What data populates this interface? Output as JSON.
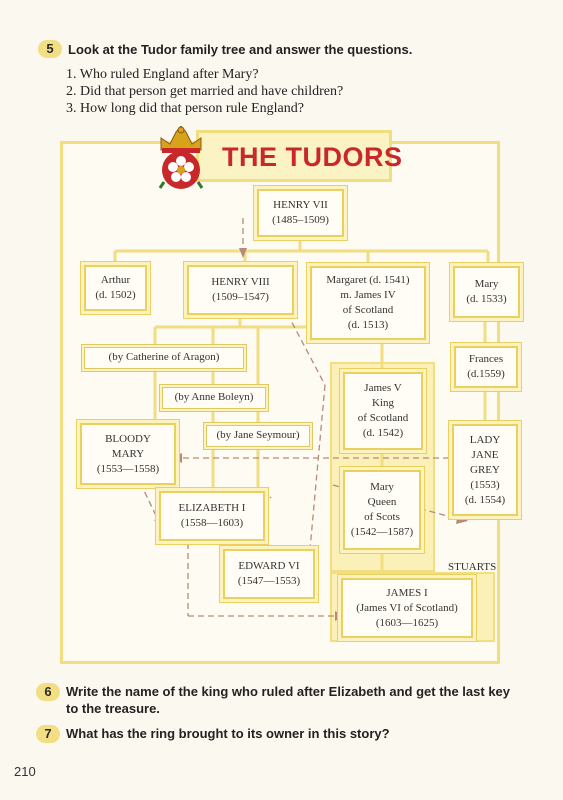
{
  "exercise5": {
    "number": "5",
    "instruction": "Look at the Tudor family tree and answer the questions.",
    "questions": [
      "1. Who ruled England after Mary?",
      "2. Did that person get married and have children?",
      "3. How long did that person rule England?"
    ]
  },
  "tree": {
    "title": "THE TUDORS",
    "stuarts_label": "STUARTS",
    "spouses": {
      "aragon": "(by Catherine of Aragon)",
      "boleyn": "(by Anne Boleyn)",
      "seymour": "(by Jane Seymour)"
    },
    "people": {
      "henry7": {
        "name": "HENRY VII",
        "dates": "(1485–1509)"
      },
      "arthur": {
        "name": "Arthur",
        "dates": "(d. 1502)"
      },
      "henry8": {
        "name": "HENRY VIII",
        "dates": "(1509–1547)"
      },
      "margaret": {
        "l1": "Margaret (d. 1541)",
        "l2": "m. James IV",
        "l3": "of Scotland",
        "l4": "(d. 1513)"
      },
      "mary_sister": {
        "name": "Mary",
        "dates": "(d. 1533)"
      },
      "frances": {
        "name": "Frances",
        "dates": "(d.1559)"
      },
      "james5": {
        "l1": "James V",
        "l2": "King",
        "l3": "of Scotland",
        "l4": "(d. 1542)"
      },
      "bloody_mary": {
        "l1": "BLOODY",
        "l2": "MARY",
        "l3": "(1553—1558)"
      },
      "lady_jane": {
        "l1": "LADY",
        "l2": "JANE",
        "l3": "GREY",
        "l4": "(1553)",
        "l5": "(d. 1554)"
      },
      "elizabeth": {
        "name": "ELIZABETH I",
        "dates": "(1558—1603)"
      },
      "mary_scots": {
        "l1": "Mary",
        "l2": "Queen",
        "l3": "of Scots",
        "l4": "(1542—1587)"
      },
      "edward": {
        "name": "EDWARD VI",
        "dates": "(1547—1553)"
      },
      "james1": {
        "name": "JAMES I",
        "sub": "(James VI of Scotland)",
        "dates": "(1603—1625)"
      }
    }
  },
  "exercise6": {
    "number": "6",
    "text": "Write the name of the king who ruled after Elizabeth and get the last key to the treasure."
  },
  "exercise7": {
    "number": "7",
    "text": "What has the ring brought to its owner in this story?"
  },
  "page_number": "210",
  "colors": {
    "accent": "#f2df83",
    "title_red": "#c8282a",
    "box_border": "#e9d060",
    "arrow": "#b58a7a"
  },
  "icons": {
    "crest": "tudor-rose-crown-icon"
  }
}
